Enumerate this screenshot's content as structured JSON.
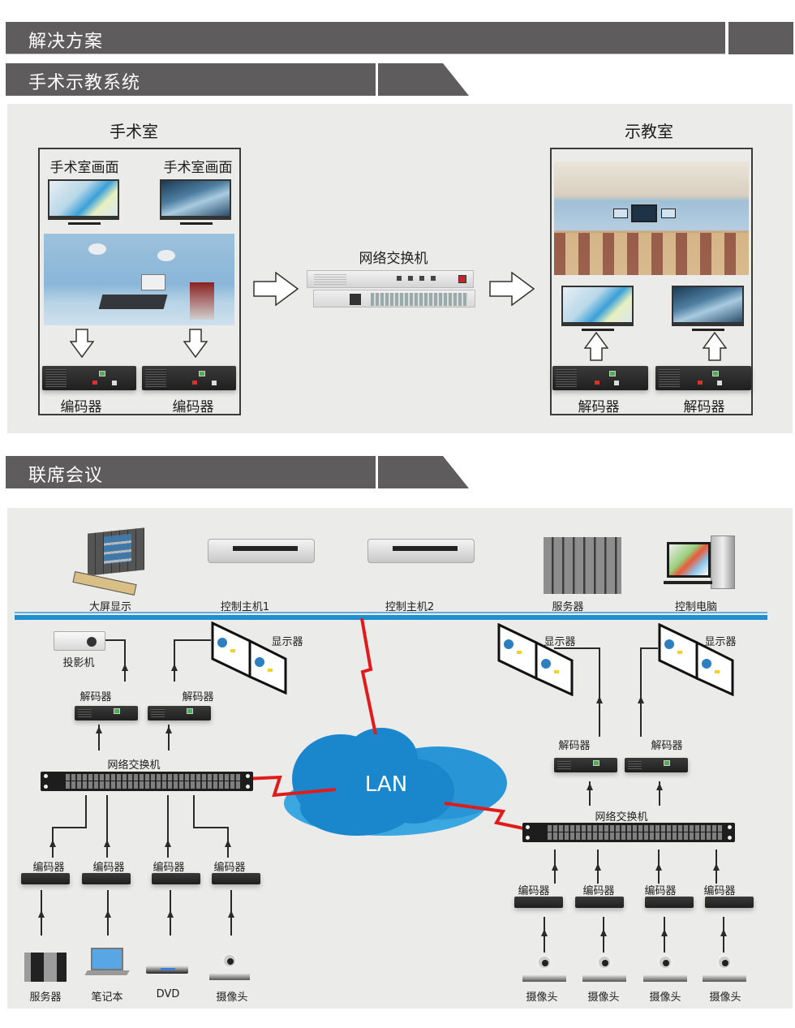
{
  "headers": {
    "solutions": "解决方案",
    "surgery_teaching": "手术示教系统",
    "joint_meeting": "联席会议"
  },
  "surgery": {
    "or_title": "手术室",
    "or_screen_1": "手术室画面",
    "or_screen_2": "手术室画面",
    "encoder_1": "编码器",
    "encoder_2": "编码器",
    "switch_label": "网络交换机",
    "classroom_title": "示教室",
    "decoder_1": "解码器",
    "decoder_2": "解码器"
  },
  "meeting": {
    "top_devices": [
      {
        "label": "大屏显示",
        "icon": "video-wall-icon"
      },
      {
        "label": "控制主机1",
        "icon": "control-host-icon"
      },
      {
        "label": "控制主机2",
        "icon": "control-host-icon"
      },
      {
        "label": "服务器",
        "icon": "server-rack-icon"
      },
      {
        "label": "控制电脑",
        "icon": "desktop-computer-icon"
      }
    ],
    "left": {
      "projector": "投影机",
      "display": "显示器",
      "decoder_1": "解码器",
      "decoder_2": "解码器",
      "switch": "网络交换机",
      "encoders": [
        "编码器",
        "编码器",
        "编码器",
        "编码器"
      ],
      "sources": [
        "服务器",
        "笔记本",
        "DVD",
        "摄像头"
      ]
    },
    "cloud_label": "LAN",
    "right": {
      "display_1": "显示器",
      "display_2": "显示器",
      "decoder_1": "解码器",
      "decoder_2": "解码器",
      "switch": "网络交换机",
      "encoders": [
        "编码器",
        "编码器",
        "编码器",
        "编码器"
      ],
      "sources": [
        "摄像头",
        "摄像头",
        "摄像头",
        "摄像头"
      ]
    }
  },
  "colors": {
    "header_bg": "#5e5c5d",
    "panel_bg": "#ebebea",
    "bus_blue": "#1f8fcf",
    "cloud_blue": "#1a86cc",
    "link_red": "#e01b1b"
  }
}
